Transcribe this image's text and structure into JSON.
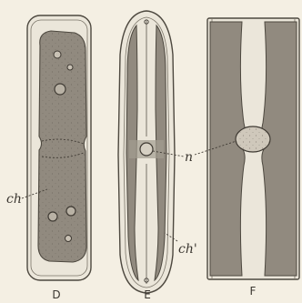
{
  "figure": {
    "labels": {
      "ch_left": "ch",
      "n": "n",
      "ch_bottom": "ch'"
    },
    "panels": [
      {
        "id": "D",
        "caption": "D"
      },
      {
        "id": "E",
        "caption": "E"
      },
      {
        "id": "F",
        "caption": "F"
      }
    ]
  },
  "colors": {
    "background": "#f4efe3",
    "outline": "#4d483f",
    "chloroplast": "#918a7f",
    "chloroplast_dark": "#77706a",
    "cell_fill": "#ebe6da"
  }
}
